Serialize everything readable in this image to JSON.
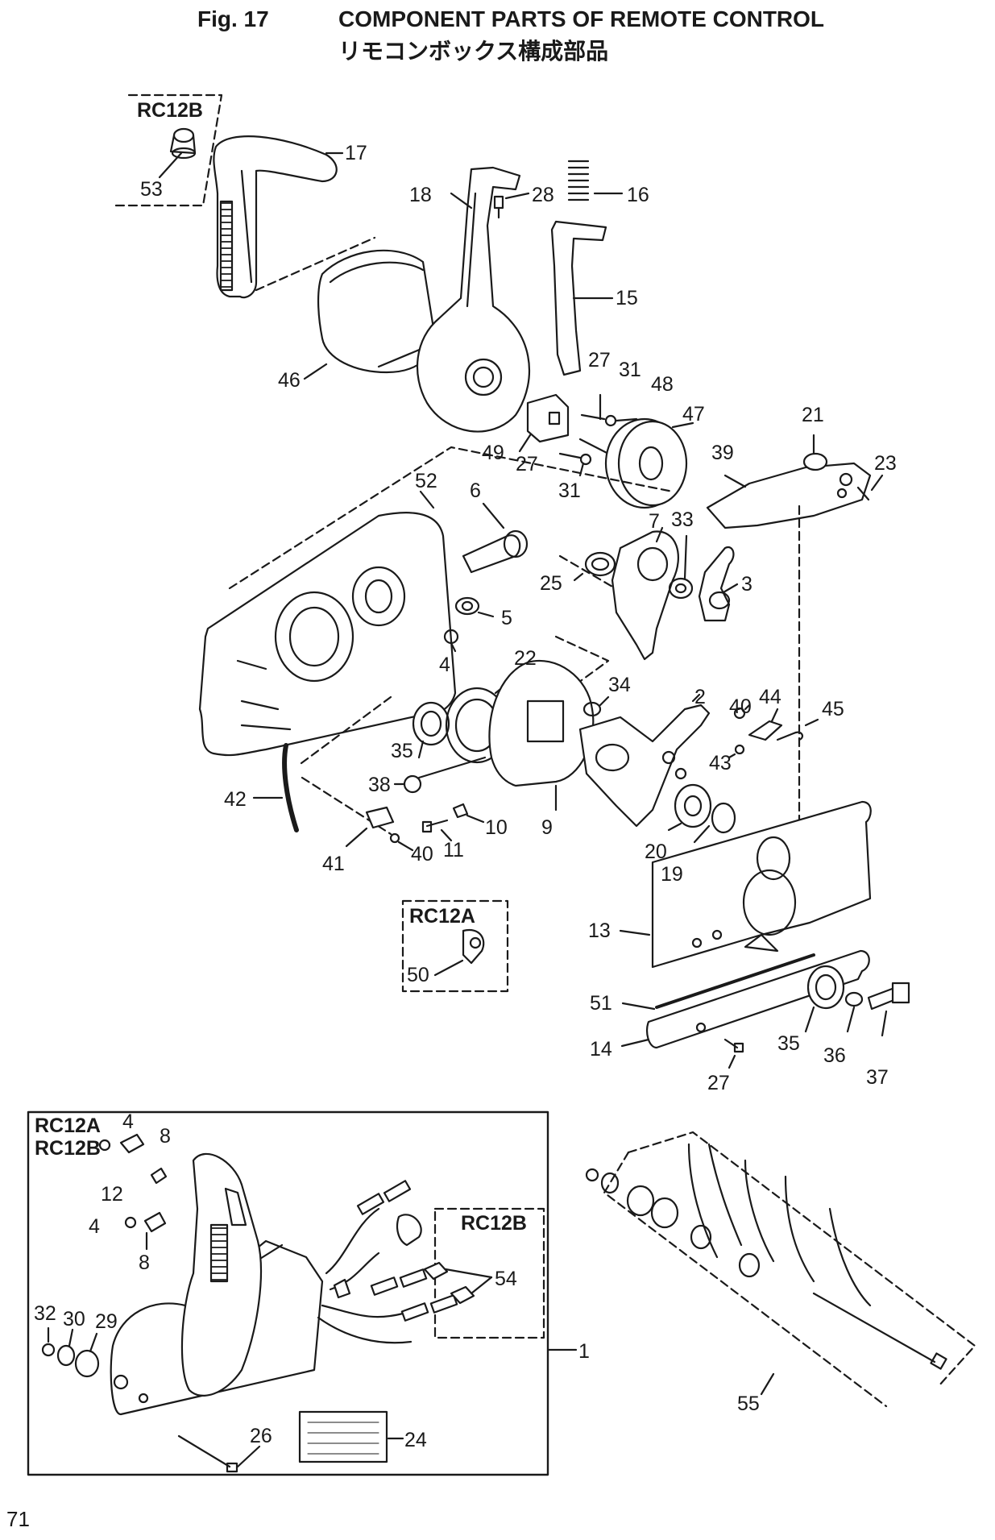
{
  "header": {
    "fig_label": "Fig. 17",
    "title_en": "COMPONENT PARTS OF REMOTE CONTROL",
    "title_jp": "リモコンボックス構成部品"
  },
  "variant_boxes": [
    {
      "label": "RC12B"
    },
    {
      "label": "RC12A"
    },
    {
      "label": "RC12A"
    },
    {
      "label": "RC12B"
    },
    {
      "label": "RC12B"
    }
  ],
  "part_labels": [
    "17",
    "53",
    "18",
    "28",
    "16",
    "15",
    "46",
    "27",
    "31",
    "48",
    "47",
    "49",
    "27",
    "31",
    "21",
    "39",
    "23",
    "52",
    "6",
    "7",
    "33",
    "25",
    "3",
    "5",
    "4",
    "22",
    "34",
    "2",
    "40",
    "44",
    "45",
    "43",
    "35",
    "38",
    "9",
    "42",
    "11",
    "10",
    "20",
    "19",
    "41",
    "40",
    "13",
    "50",
    "51",
    "35",
    "36",
    "37",
    "14",
    "27",
    "4",
    "8",
    "12",
    "4",
    "8",
    "54",
    "32",
    "30",
    "29",
    "1",
    "26",
    "24",
    "55"
  ],
  "page_number": "71"
}
